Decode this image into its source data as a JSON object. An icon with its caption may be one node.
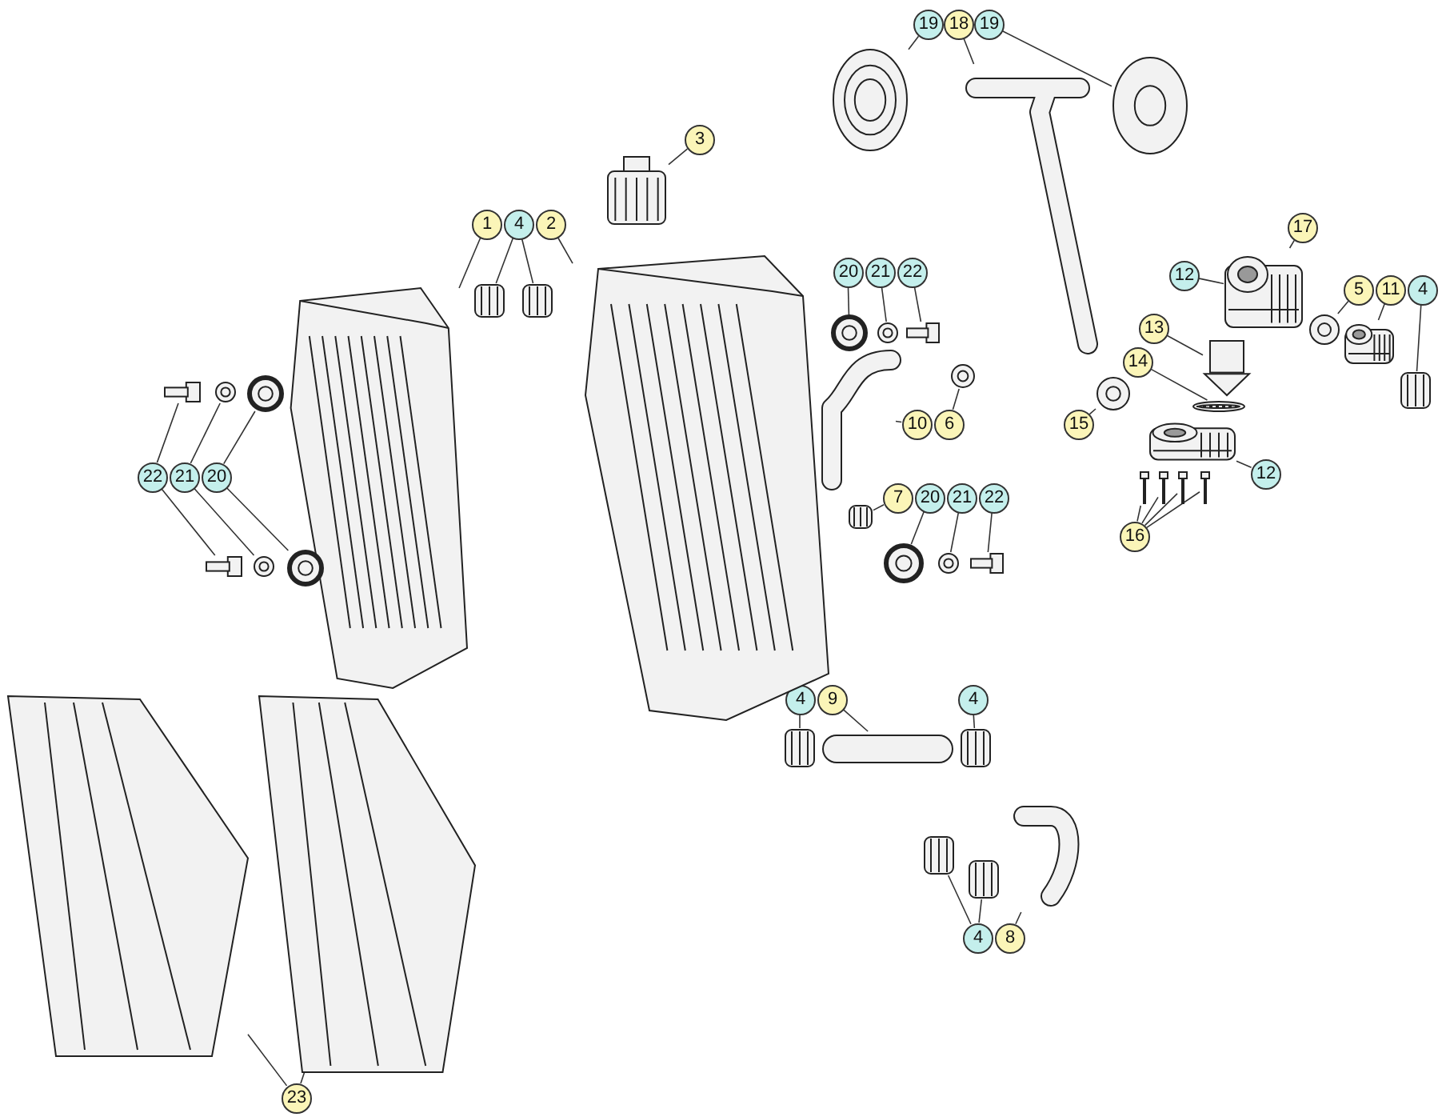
{
  "diagram": {
    "nodes": [
      {
        "text": [
          "19"
        ]
      },
      {
        "text": [
          "18"
        ]
      },
      {
        "text": [
          "19"
        ]
      },
      {
        "text": [
          "3"
        ]
      },
      {
        "text": [
          "1"
        ]
      },
      {
        "text": [
          "4"
        ]
      },
      {
        "text": [
          "2"
        ]
      },
      {
        "text": [
          "20"
        ]
      },
      {
        "text": [
          "21"
        ]
      },
      {
        "text": [
          "22"
        ]
      },
      {
        "text": [
          "17"
        ]
      },
      {
        "text": [
          "12"
        ]
      },
      {
        "text": [
          "5"
        ]
      },
      {
        "text": [
          "11"
        ]
      },
      {
        "text": [
          "4"
        ]
      },
      {
        "text": [
          "13"
        ]
      },
      {
        "text": [
          "14"
        ]
      },
      {
        "text": [
          "15"
        ]
      },
      {
        "text": [
          "12"
        ]
      },
      {
        "text": [
          "10"
        ]
      },
      {
        "text": [
          "6"
        ]
      },
      {
        "text": [
          "7"
        ]
      },
      {
        "text": [
          "20"
        ]
      },
      {
        "text": [
          "21"
        ]
      },
      {
        "text": [
          "22"
        ]
      },
      {
        "text": [
          "16"
        ]
      },
      {
        "text": [
          "22"
        ]
      },
      {
        "text": [
          "21"
        ]
      },
      {
        "text": [
          "20"
        ]
      },
      {
        "text": [
          "4"
        ]
      },
      {
        "text": [
          "9"
        ]
      },
      {
        "text": [
          "4"
        ]
      },
      {
        "text": [
          "4"
        ]
      },
      {
        "text": [
          "8"
        ]
      },
      {
        "text": [
          "23"
        ]
      },
      {
        "text": [],
        "shape": "picture"
      },
      {
        "text": [],
        "shape": "picture"
      },
      {
        "text": [],
        "shape": "picture"
      },
      {
        "text": [],
        "shape": "picture"
      },
      {
        "text": [],
        "shape": "picture"
      },
      {
        "text": [],
        "shape": "picture"
      },
      {
        "text": [],
        "shape": "picture"
      },
      {
        "text": [],
        "shape": "picture"
      },
      {
        "text": [],
        "shape": "picture"
      },
      {
        "text": [],
        "shape": "picture"
      },
      {
        "text": [],
        "shape": "picture"
      },
      {
        "text": [],
        "shape": "picture"
      },
      {
        "text": [],
        "shape": "picture"
      },
      {
        "text": [],
        "shape": "picture"
      },
      {
        "text": [],
        "shape": "picture"
      },
      {
        "text": [],
        "shape": "picture"
      },
      {
        "text": [],
        "shape": "picture"
      },
      {
        "text": [],
        "shape": "picture"
      },
      {
        "text": [],
        "shape": "picture"
      },
      {
        "text": [],
        "shape": "picture"
      },
      {
        "text": [],
        "shape": "picture"
      },
      {
        "text": [],
        "shape": "picture"
      },
      {
        "text": [],
        "shape": "picture"
      },
      {
        "text": [],
        "shape": "picture"
      },
      {
        "text": [],
        "shape": "picture"
      },
      {
        "text": [],
        "shape": "picture"
      },
      {
        "text": [],
        "shape": "picture"
      },
      {
        "text": [],
        "shape": "picture"
      },
      {
        "text": [],
        "shape": "picture"
      },
      {
        "text": [],
        "shape": "picture"
      },
      {
        "text": [],
        "shape": "picture"
      },
      {
        "text": [],
        "shape": "picture"
      },
      {
        "text": [],
        "shape": "picture"
      },
      {
        "text": [],
        "shape": "picture"
      },
      {
        "text": [],
        "shape": "picture"
      },
      {
        "text": [],
        "shape": "picture"
      },
      {
        "text": [],
        "shape": "picture"
      },
      {
        "text": [],
        "shape": "picture"
      },
      {
        "text": [],
        "shape": "picture"
      },
      {
        "text": [],
        "shape": "picture"
      },
      {
        "text": [],
        "shape": "picture"
      },
      {
        "text": [],
        "shape": "picture"
      },
      {
        "text": [],
        "shape": "picture"
      }
    ],
    "edges": [
      {
        "from": 0,
        "to": 35,
        "arrow": "none"
      },
      {
        "from": 1,
        "to": 36,
        "arrow": "none"
      },
      {
        "from": 2,
        "to": 37,
        "arrow": "none"
      },
      {
        "from": 3,
        "to": 38,
        "arrow": "none"
      },
      {
        "from": 4,
        "to": 39,
        "arrow": "none"
      },
      {
        "from": 5,
        "to": 40,
        "arrow": "none"
      },
      {
        "from": 5,
        "to": 41,
        "arrow": "none"
      },
      {
        "from": 6,
        "to": 42,
        "arrow": "none"
      },
      {
        "from": 7,
        "to": 43,
        "arrow": "none"
      },
      {
        "from": 8,
        "to": 44,
        "arrow": "none"
      },
      {
        "from": 9,
        "to": 45,
        "arrow": "none"
      },
      {
        "from": 10,
        "to": 46,
        "arrow": "none"
      },
      {
        "from": 11,
        "to": 46,
        "arrow": "none"
      },
      {
        "from": 12,
        "to": 47,
        "arrow": "none"
      },
      {
        "from": 13,
        "to": 48,
        "arrow": "none"
      },
      {
        "from": 14,
        "to": 49,
        "arrow": "none"
      },
      {
        "from": 15,
        "to": 50,
        "arrow": "none"
      },
      {
        "from": 16,
        "to": 51,
        "arrow": "none"
      },
      {
        "from": 17,
        "to": 52,
        "arrow": "none"
      },
      {
        "from": 18,
        "to": 53,
        "arrow": "none"
      },
      {
        "from": 19,
        "to": 54,
        "arrow": "none"
      },
      {
        "from": 20,
        "to": 55,
        "arrow": "none"
      },
      {
        "from": 21,
        "to": 56,
        "arrow": "none"
      },
      {
        "from": 22,
        "to": 57,
        "arrow": "none"
      },
      {
        "from": 23,
        "to": 58,
        "arrow": "none"
      },
      {
        "from": 24,
        "to": 59,
        "arrow": "none"
      },
      {
        "from": 25,
        "to": 60,
        "arrow": "none"
      },
      {
        "from": 25,
        "to": 61,
        "arrow": "none"
      },
      {
        "from": 25,
        "to": 62,
        "arrow": "none"
      },
      {
        "from": 25,
        "to": 63,
        "arrow": "none"
      },
      {
        "from": 26,
        "to": 64,
        "arrow": "none"
      },
      {
        "from": 26,
        "to": 65,
        "arrow": "none"
      },
      {
        "from": 27,
        "to": 66,
        "arrow": "none"
      },
      {
        "from": 27,
        "to": 67,
        "arrow": "none"
      },
      {
        "from": 28,
        "to": 68,
        "arrow": "none"
      },
      {
        "from": 28,
        "to": 69,
        "arrow": "none"
      },
      {
        "from": 29,
        "to": 70,
        "arrow": "none"
      },
      {
        "from": 30,
        "to": 71,
        "arrow": "none"
      },
      {
        "from": 31,
        "to": 72,
        "arrow": "none"
      },
      {
        "from": 32,
        "to": 73,
        "arrow": "none"
      },
      {
        "from": 32,
        "to": 74,
        "arrow": "none"
      },
      {
        "from": 33,
        "to": 75,
        "arrow": "none"
      },
      {
        "from": 34,
        "to": 76,
        "arrow": "none"
      },
      {
        "from": 34,
        "to": 77,
        "arrow": "none"
      }
    ]
  }
}
